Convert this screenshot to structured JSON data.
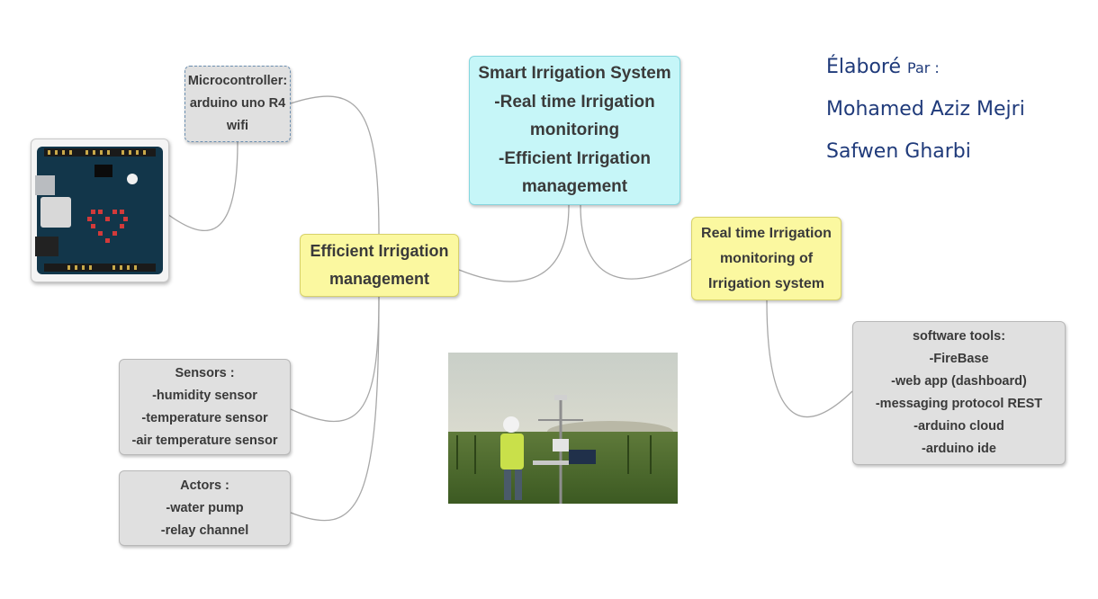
{
  "center": {
    "lines": [
      "Smart Irrigation System",
      "-Real time Irrigation",
      "monitoring",
      "-Efficient Irrigation",
      "management"
    ]
  },
  "efficient": {
    "lines": [
      "Efficient Irrigation",
      "management"
    ]
  },
  "realtime": {
    "lines": [
      "Real time Irrigation",
      "monitoring of",
      "Irrigation system"
    ]
  },
  "microcontroller": {
    "lines": [
      "Microcontroller:",
      "arduino uno R4",
      "wifi"
    ]
  },
  "sensors": {
    "lines": [
      "Sensors :",
      "-humidity sensor",
      "-temperature sensor",
      "-air temperature sensor"
    ]
  },
  "actors": {
    "lines": [
      "Actors :",
      "-water pump",
      "-relay channel"
    ]
  },
  "software": {
    "lines": [
      "software tools:",
      "-FireBase",
      "-web app (dashboard)",
      "-messaging protocol REST",
      "-arduino cloud",
      "-arduino ide"
    ]
  },
  "authors": {
    "heading": "Élaboré",
    "heading_small": "Par :",
    "names": [
      "Mohamed Aziz Mejri",
      "Safwen Gharbi"
    ]
  },
  "colors": {
    "author_text": "#1f3a7a",
    "central_fill": "#c6f6f8",
    "topic_fill": "#fbf8a0",
    "subtopic_fill": "#e0e0e0",
    "link_stroke": "#a8a8a8"
  },
  "icons": [
    "arduino-board-image",
    "weather-station-photo"
  ]
}
